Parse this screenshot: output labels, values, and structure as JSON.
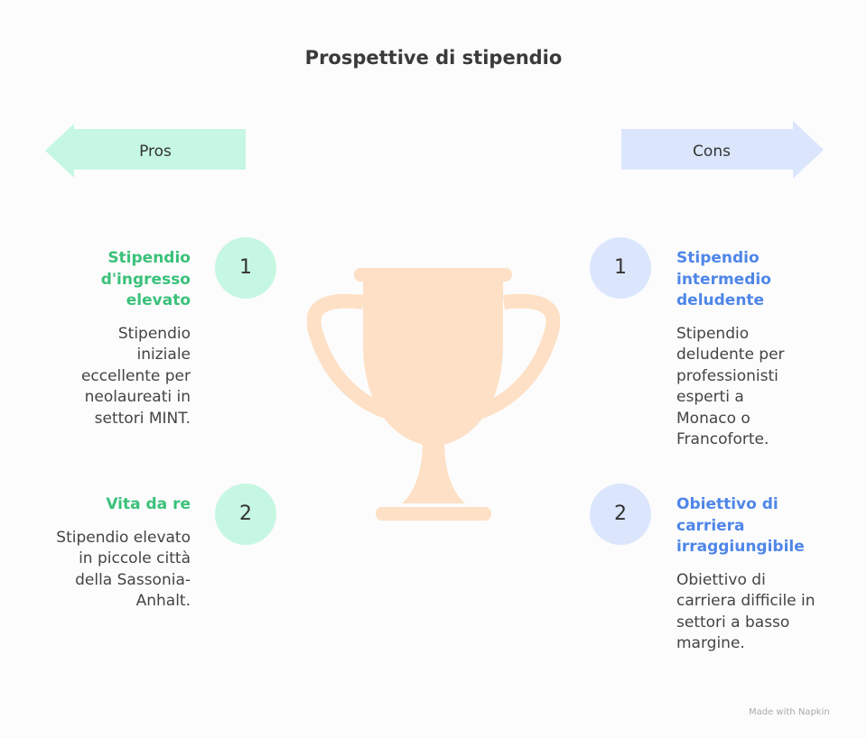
{
  "title": "Prospettive di stipendio",
  "pros": {
    "label": "Pros",
    "items": [
      {
        "number": "1",
        "heading": "Stipendio d'ingresso elevato",
        "text": "Stipendio iniziale eccellente per neolaureati in settori MINT."
      },
      {
        "number": "2",
        "heading": "Vita da re",
        "text": "Stipendio elevato in piccole città della Sassonia-Anhalt."
      }
    ]
  },
  "cons": {
    "label": "Cons",
    "items": [
      {
        "number": "1",
        "heading": "Stipendio intermedio deludente",
        "text": "Stipendio deludente per professionisti esperti a Monaco o Francoforte."
      },
      {
        "number": "2",
        "heading": "Obiettivo di carriera irraggiungibile",
        "text": "Obiettivo di carriera difficile in settori a basso margine."
      }
    ]
  },
  "footer": "Made with Napkin",
  "colors": {
    "pros_bg": "#c6f7e2",
    "pros_text": "#3ac17a",
    "cons_bg": "#dbe6fd",
    "cons_text": "#4f86e8",
    "trophy": "#fde0c5"
  }
}
